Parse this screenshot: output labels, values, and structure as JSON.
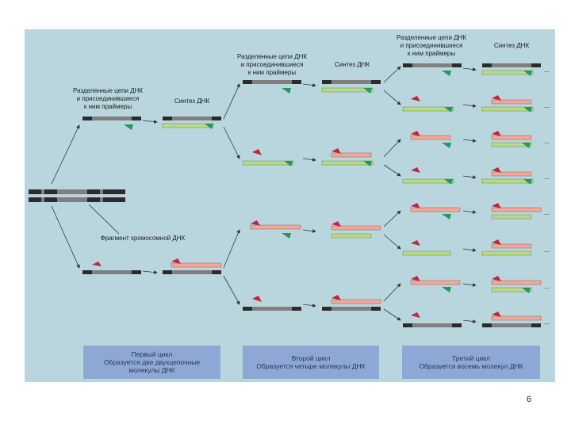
{
  "labels": {
    "separated_primers": "Разделенные цепи ДНК и присоединившиеся к ним праймеры",
    "separated_lines": [
      "Разделенные цепи ДНК",
      "и присоединившиеся",
      "к ним праймеры"
    ],
    "synthesis": "Синтез ДНК",
    "fragment": "Фрагмент хромосомной ДНК"
  },
  "cycles": [
    {
      "title": "Первый цикл",
      "lines": [
        "Образуется две двухцепочные",
        "молекулы ДНК"
      ]
    },
    {
      "title": "Второй цикл",
      "lines": [
        "Образуется четыре молекулы ДНК"
      ]
    },
    {
      "title": "Третий цикл",
      "lines": [
        "Образуется восемь молекул ДНК"
      ]
    }
  ],
  "colors": {
    "background": "#b9d6df",
    "template_dark": "#2b2b2b",
    "template_gray": "#7f7f7f",
    "new_green": "#b9d98a",
    "new_pink": "#f0a89a",
    "primer_green": "#1f9a5a",
    "primer_red": "#c0263e",
    "cycle_box": "#8ea8d6"
  },
  "ellipsis": "...",
  "page_number": "6"
}
